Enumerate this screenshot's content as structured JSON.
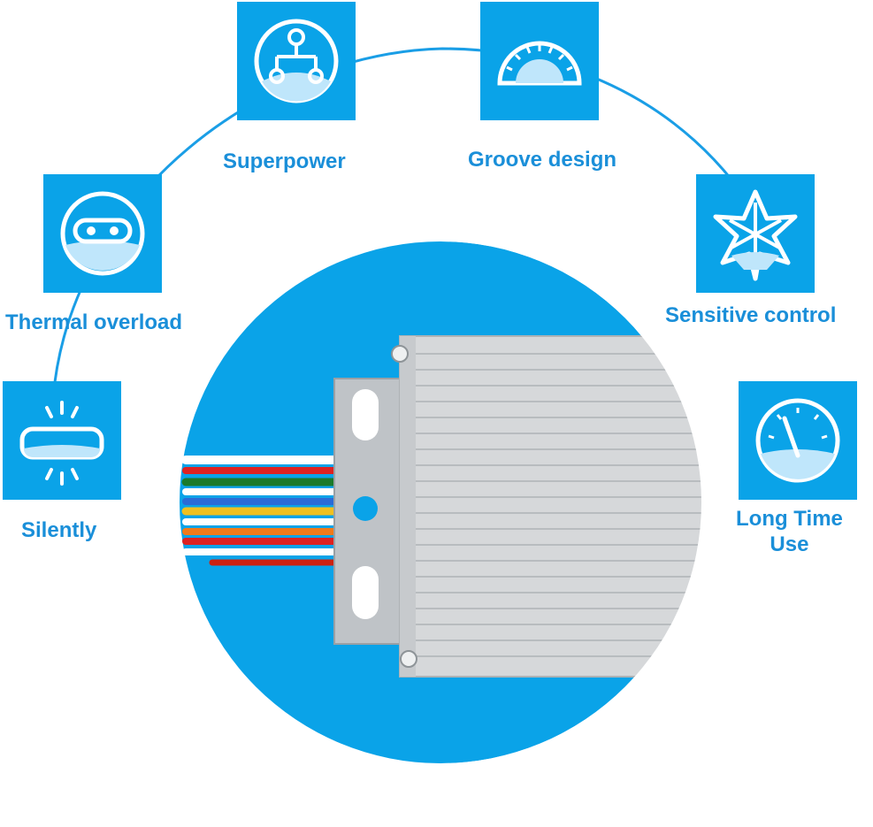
{
  "colors": {
    "accent": "#0aa3e8",
    "label": "#1a8fd9",
    "circle": "#0aa3e8"
  },
  "features": [
    {
      "id": "superpower",
      "label": "Superpower",
      "icon": "flow-chart-icon"
    },
    {
      "id": "groove",
      "label": "Groove design",
      "icon": "protractor-icon"
    },
    {
      "id": "thermal",
      "label": "Thermal overload",
      "icon": "robot-face-icon"
    },
    {
      "id": "sensitive",
      "label": "Sensitive control",
      "icon": "snowflake-star-icon"
    },
    {
      "id": "silently",
      "label": "Silently",
      "icon": "silent-capsule-icon"
    },
    {
      "id": "longtime",
      "label_line1": "Long Time",
      "label_line2": "Use",
      "icon": "gauge-icon"
    }
  ],
  "product": {
    "icon": "motor-controller-image"
  }
}
